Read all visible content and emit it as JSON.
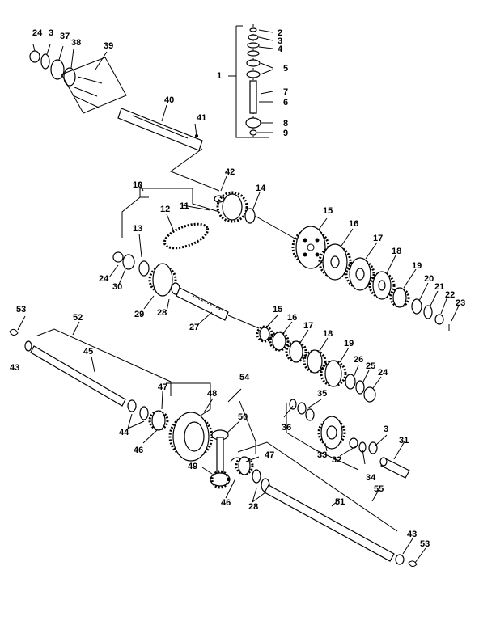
{
  "diagram": {
    "callouts": [
      {
        "id": "c24a",
        "text": "24"
      },
      {
        "id": "c3a",
        "text": "3"
      },
      {
        "id": "c37",
        "text": "37"
      },
      {
        "id": "c38",
        "text": "38"
      },
      {
        "id": "c39",
        "text": "39"
      },
      {
        "id": "c40",
        "text": "40"
      },
      {
        "id": "c41",
        "text": "41"
      },
      {
        "id": "c1",
        "text": "1"
      },
      {
        "id": "c2",
        "text": "2"
      },
      {
        "id": "c3b",
        "text": "3"
      },
      {
        "id": "c4",
        "text": "4"
      },
      {
        "id": "c5",
        "text": "5"
      },
      {
        "id": "c7",
        "text": "7"
      },
      {
        "id": "c6",
        "text": "6"
      },
      {
        "id": "c8",
        "text": "8"
      },
      {
        "id": "c9",
        "text": "9"
      },
      {
        "id": "c42",
        "text": "42"
      },
      {
        "id": "c14a",
        "text": "14"
      },
      {
        "id": "c10",
        "text": "10"
      },
      {
        "id": "c11",
        "text": "11"
      },
      {
        "id": "c12",
        "text": "12"
      },
      {
        "id": "c13",
        "text": "13"
      },
      {
        "id": "c24b",
        "text": "24"
      },
      {
        "id": "c30",
        "text": "30"
      },
      {
        "id": "c29",
        "text": "29"
      },
      {
        "id": "c28a",
        "text": "28"
      },
      {
        "id": "c27",
        "text": "27"
      },
      {
        "id": "c15a",
        "text": "15"
      },
      {
        "id": "c16a",
        "text": "16"
      },
      {
        "id": "c17a",
        "text": "17"
      },
      {
        "id": "c18a",
        "text": "18"
      },
      {
        "id": "c19a",
        "text": "19"
      },
      {
        "id": "c20",
        "text": "20"
      },
      {
        "id": "c21",
        "text": "21"
      },
      {
        "id": "c22",
        "text": "22"
      },
      {
        "id": "c23",
        "text": "23"
      },
      {
        "id": "c15b",
        "text": "15"
      },
      {
        "id": "c16b",
        "text": "16"
      },
      {
        "id": "c17b",
        "text": "17"
      },
      {
        "id": "c18b",
        "text": "18"
      },
      {
        "id": "c19b",
        "text": "19"
      },
      {
        "id": "c26",
        "text": "26"
      },
      {
        "id": "c25",
        "text": "25"
      },
      {
        "id": "c24c",
        "text": "24"
      },
      {
        "id": "c53a",
        "text": "53"
      },
      {
        "id": "c52",
        "text": "52"
      },
      {
        "id": "c43a",
        "text": "43"
      },
      {
        "id": "c45",
        "text": "45"
      },
      {
        "id": "c47a",
        "text": "47"
      },
      {
        "id": "c44",
        "text": "44"
      },
      {
        "id": "c46a",
        "text": "46"
      },
      {
        "id": "c48",
        "text": "48"
      },
      {
        "id": "c54",
        "text": "54"
      },
      {
        "id": "c50",
        "text": "50"
      },
      {
        "id": "c49",
        "text": "49"
      },
      {
        "id": "c47b",
        "text": "47"
      },
      {
        "id": "c46b",
        "text": "46"
      },
      {
        "id": "c28b",
        "text": "28"
      },
      {
        "id": "c35",
        "text": "35"
      },
      {
        "id": "c36",
        "text": "36"
      },
      {
        "id": "c3c",
        "text": "3"
      },
      {
        "id": "c31",
        "text": "31"
      },
      {
        "id": "c33",
        "text": "33"
      },
      {
        "id": "c32",
        "text": "32"
      },
      {
        "id": "c34",
        "text": "34"
      },
      {
        "id": "c51",
        "text": "51"
      },
      {
        "id": "c55",
        "text": "55"
      },
      {
        "id": "c43b",
        "text": "43"
      },
      {
        "id": "c53b",
        "text": "53"
      }
    ]
  }
}
